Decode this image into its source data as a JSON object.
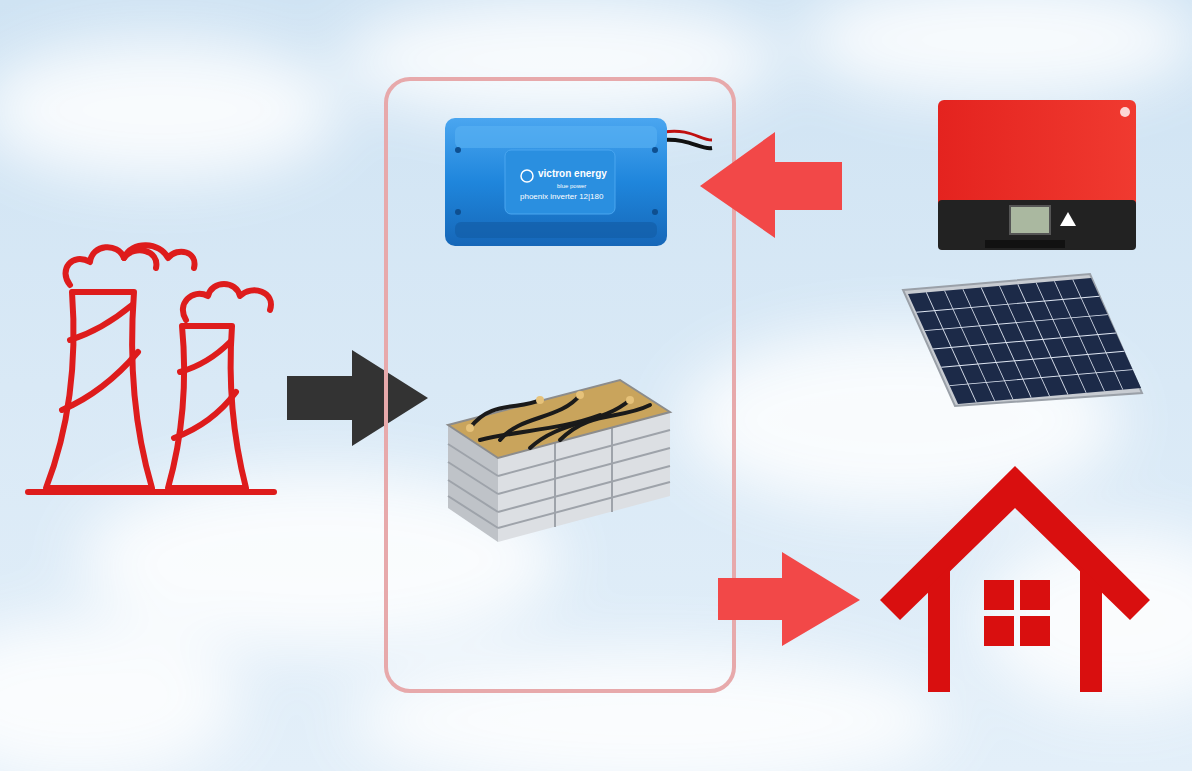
{
  "diagram": {
    "labels": [
      "victron energy",
      "blue power",
      "phoenix inverter 12|180"
    ]
  }
}
